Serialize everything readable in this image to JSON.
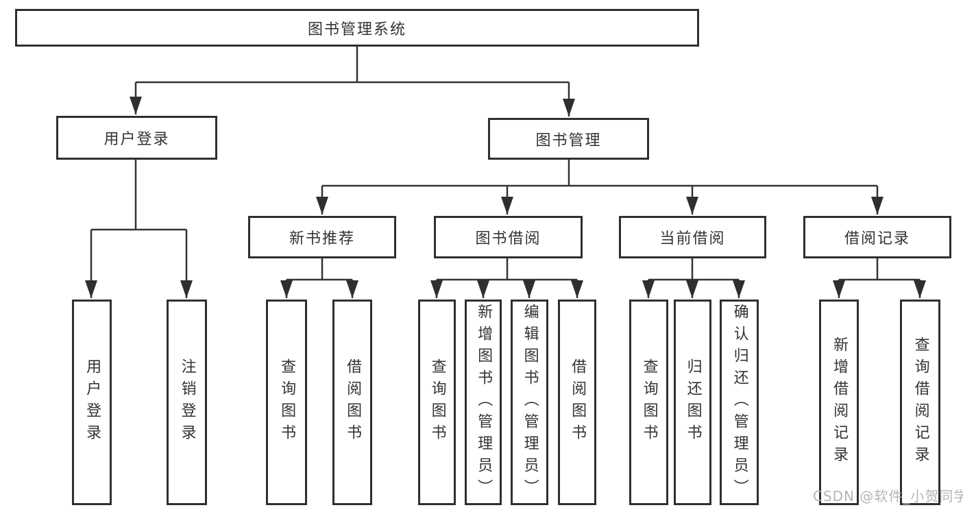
{
  "diagram": {
    "root": {
      "label": "图书管理系统"
    },
    "level2": [
      {
        "label": "用户登录",
        "children": [
          {
            "label": "用户登录"
          },
          {
            "label": "注销登录"
          }
        ]
      },
      {
        "label": "图书管理",
        "sections": [
          {
            "label": "新书推荐",
            "children": [
              {
                "label": "查询图书"
              },
              {
                "label": "借阅图书"
              }
            ]
          },
          {
            "label": "图书借阅",
            "children": [
              {
                "label": "查询图书"
              },
              {
                "label": "新增图书（管理员）"
              },
              {
                "label": "编辑图书（管理员）"
              },
              {
                "label": "借阅图书"
              }
            ]
          },
          {
            "label": "当前借阅",
            "children": [
              {
                "label": "查询图书"
              },
              {
                "label": "归还图书"
              },
              {
                "label": "确认归还（管理员）"
              }
            ]
          },
          {
            "label": "借阅记录",
            "children": [
              {
                "label": "新增借阅记录"
              },
              {
                "label": "查询借阅记录"
              }
            ]
          }
        ]
      }
    ]
  },
  "watermark": {
    "text": "CSDN @软件_小贺同学",
    "color": "#b5b5b5"
  },
  "colors": {
    "line": "#333333",
    "box_border": "#2f2f2f",
    "text": "#333333",
    "background": "#ffffff"
  }
}
